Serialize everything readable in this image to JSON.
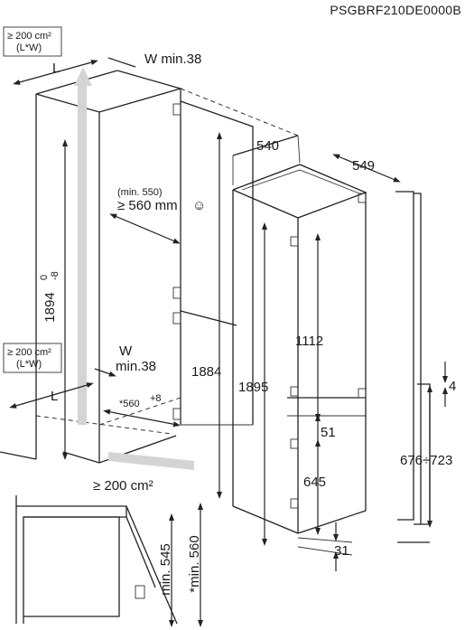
{
  "header": {
    "model_code": "PSGBRF210DE0000B"
  },
  "labels": {
    "vent_top_area": "≥ 200 cm²",
    "vent_top_lw": "(L*W)",
    "vent_bottom_area": "≥ 200 cm²",
    "vent_bottom_lw": "(L*W)",
    "L_top": "L",
    "L_bottom": "L",
    "W_min_top": "W min.38",
    "W_bottom_w": "W",
    "W_bottom_min": "min.38",
    "min550": "(min. 550)",
    "ge560": "≥ 560 mm",
    "smile_icon": "☺",
    "niche_height": "1894",
    "niche_height_tol_top": "0",
    "niche_height_tol_bottom": "-8",
    "width_560": "*560",
    "width_560_tol": "+8",
    "vent_floor": "≥ 200 cm²",
    "depth_540": "540",
    "depth_549": "549",
    "height_1884": "1884",
    "height_1895": "1895",
    "h_1112": "1112",
    "h_645": "645",
    "h_51": "51",
    "h_31": "31",
    "door_gap_4": "4",
    "door_range": "676÷723",
    "min545": "min. 545",
    "min560": "*min. 560"
  }
}
